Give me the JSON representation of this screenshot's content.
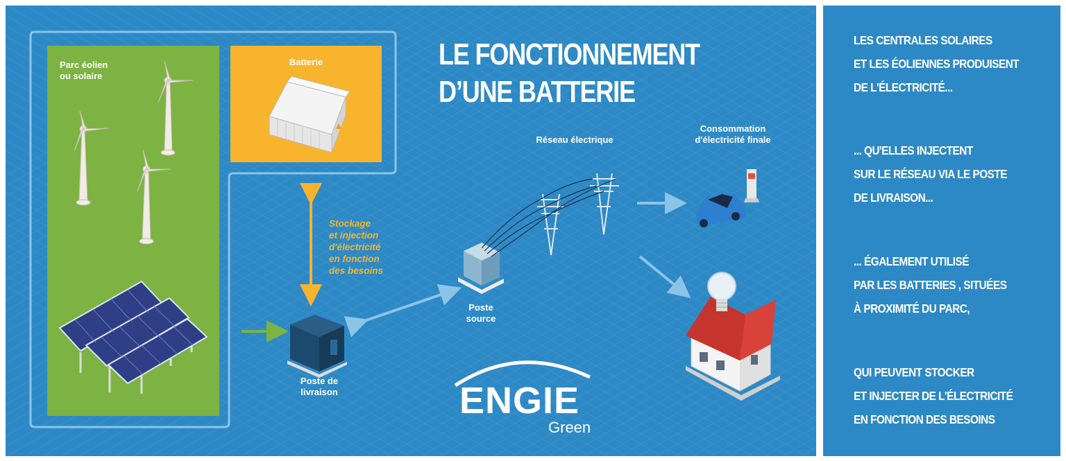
{
  "diagram": {
    "title_line1": "LE FONCTIONNEMENT",
    "title_line2": "D’UNE BATTERIE",
    "labels": {
      "park_line1": "Parc éolien",
      "park_line2": "ou solaire",
      "battery": "Batterie",
      "storage_line1": "Stockage",
      "storage_line2": "et injection",
      "storage_line3": "d'électricité",
      "storage_line4": "en fonction",
      "storage_line5": "des besoins",
      "delivery_line1": "Poste de",
      "delivery_line2": "livraison",
      "source_line1": "Poste",
      "source_line2": "source",
      "grid": "Réseau électrique",
      "consumption_line1": "Consommation",
      "consumption_line2": "d'électricité finale"
    },
    "brand": {
      "name": "ENGIE",
      "sub": "Green"
    },
    "colors": {
      "background": "#2d89c5",
      "park": "#7cb342",
      "battery": "#f7b42c",
      "text": "#ffffff"
    }
  },
  "sidebar": {
    "block1": [
      "LES CENTRALES SOLAIRES",
      "ET LES ÉOLIENNES PRODUISENT",
      "DE L'ÉLECTRICITÉ..."
    ],
    "block2": [
      "... QU'ELLES INJECTENT",
      "SUR LE RÉSEAU VIA LE POSTE",
      "DE LIVRAISON..."
    ],
    "block3": [
      "... ÉGALEMENT UTILISÉ",
      "PAR LES BATTERIES , SITUÉES",
      "À PROXIMITÉ DU PARC,"
    ],
    "block4": [
      "QUI PEUVENT STOCKER",
      "ET INJECTER DE L'ÉLECTRICITÉ",
      "EN FONCTION DES BESOINS"
    ]
  }
}
